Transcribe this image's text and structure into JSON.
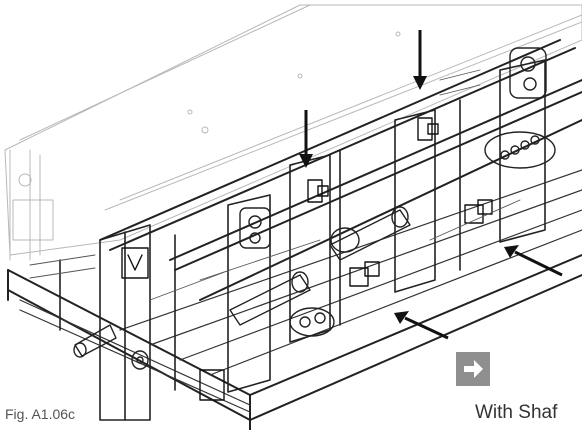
{
  "figure": {
    "caption": "Fig. A1.06c",
    "icon": "technical-drawing",
    "colors": {
      "line": "#222222",
      "faint": "#aaaaaa",
      "arrow": "#111111"
    }
  },
  "navigation": {
    "next_icon": "arrow-right-icon",
    "next_button_color": "#8f8f8f",
    "label": "With Shaf"
  }
}
